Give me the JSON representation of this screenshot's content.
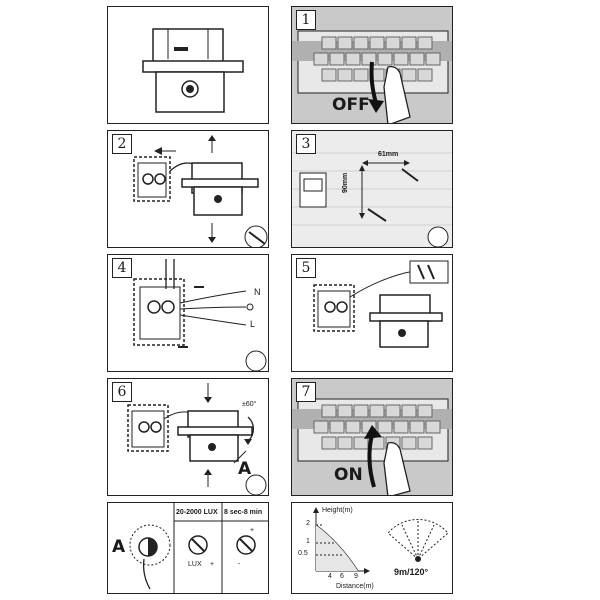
{
  "steps": {
    "s1": {
      "num": "1",
      "label": "OFF"
    },
    "s2": {
      "num": "2"
    },
    "s3": {
      "num": "3",
      "horiz_dim": "61mm",
      "vert_dim": "90mm"
    },
    "s4": {
      "num": "4",
      "n": "N",
      "l": "L"
    },
    "s5": {
      "num": "5"
    },
    "s6": {
      "num": "6",
      "angle": "±60°",
      "callout": "A"
    },
    "s7": {
      "num": "7",
      "label": "ON"
    }
  },
  "settings": {
    "callout": "A",
    "lux_header": "20-2000 LUX",
    "time_header": "8 sec-8 min",
    "lux_label": "LUX",
    "plus": "+",
    "minus": "-"
  },
  "detection": {
    "y_label": "Height(m)",
    "x_label": "Distance(m)",
    "y_ticks": [
      "2",
      "1",
      "0.5"
    ],
    "x_ticks": [
      "4",
      "6",
      "9"
    ],
    "range": "9m/120°"
  },
  "colors": {
    "line": "#222222",
    "wall": "#d6d6d6",
    "shade": "#bdbdbd",
    "brick": "#9a9a9a"
  }
}
